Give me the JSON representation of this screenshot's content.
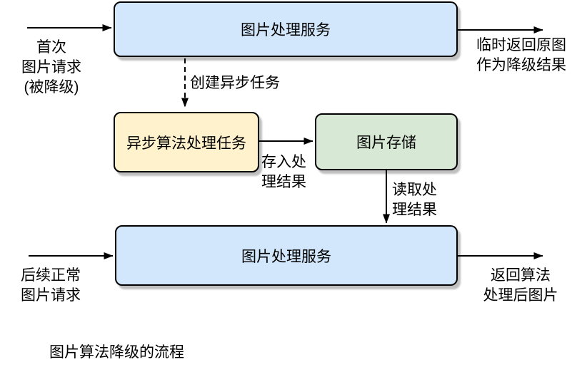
{
  "diagram": {
    "caption": "图片算法降级的流程",
    "boxes": {
      "service_top": {
        "label": "图片处理服务",
        "fill": "#d2e7fb"
      },
      "async_task": {
        "label": "异步算法处理任务",
        "fill": "#fff2cc"
      },
      "storage": {
        "label": "图片存储",
        "fill": "#d7e9d4"
      },
      "service_bottom": {
        "label": "图片处理服务",
        "fill": "#d2e7fb"
      }
    },
    "edge_labels": {
      "first_request": "首次\n图片请求\n(被降级)",
      "temp_return": "临时返回原图\n作为降级结果",
      "create_task": "创建异步任务",
      "store_result": "存入处\n理结果",
      "read_result": "读取处\n理结果",
      "next_request": "后续正常\n图片请求",
      "return_processed": "返回算法\n处理后图片"
    },
    "colors": {
      "stroke": "#000000",
      "text": "#000000",
      "background": "#ffffff",
      "shadow": "#bfbfbf"
    }
  }
}
